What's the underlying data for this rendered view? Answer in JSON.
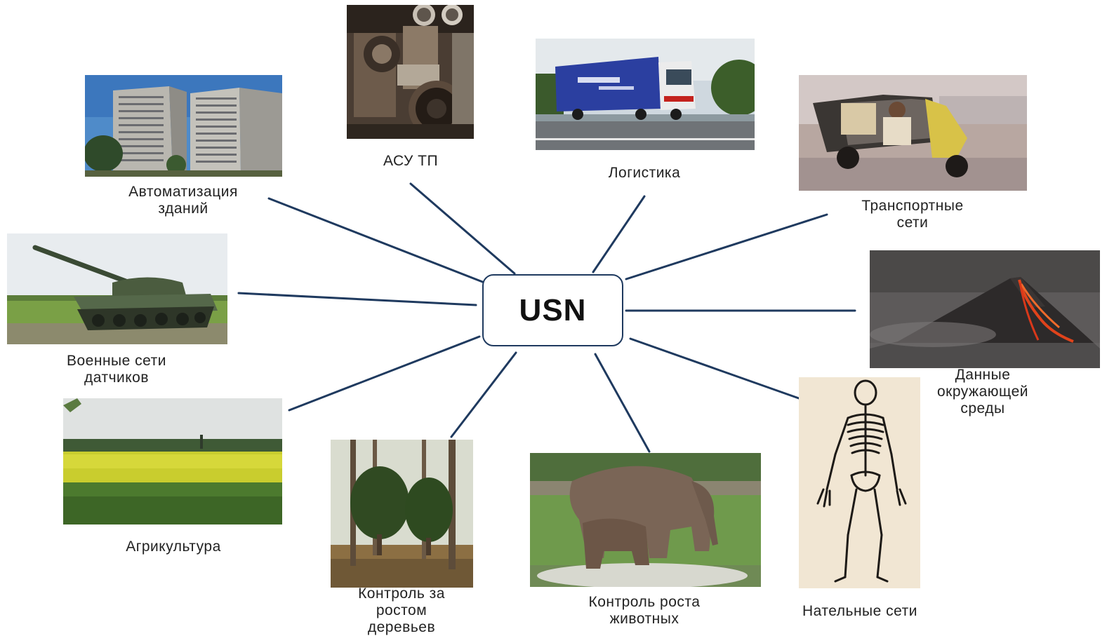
{
  "center": {
    "label": "USN"
  },
  "colors": {
    "connector": "#1f3a5f",
    "label_text": "#222222"
  },
  "nodes": [
    {
      "id": "building-automation",
      "image": "apartment-towers-photo",
      "lines": [
        "Автоматизация",
        "зданий"
      ]
    },
    {
      "id": "process-control",
      "image": "industrial-machinery-photo",
      "lines": [
        "АСУ ТП"
      ]
    },
    {
      "id": "logistics",
      "image": "truck-photo",
      "lines": [
        "Логистика"
      ]
    },
    {
      "id": "transport-networks",
      "image": "auto-rickshaw-photo",
      "lines": [
        "Транспортные",
        "сети"
      ]
    },
    {
      "id": "military-sensor-networks",
      "image": "tank-photo",
      "lines": [
        "Военные сети",
        "датчиков"
      ]
    },
    {
      "id": "environment-data",
      "image": "volcano-photo",
      "lines": [
        "Данные",
        "окружающей",
        "среды"
      ]
    },
    {
      "id": "agriculture",
      "image": "rapeseed-field-photo",
      "lines": [
        "Агрикультура"
      ]
    },
    {
      "id": "tree-growth-control",
      "image": "forest-photo",
      "lines": [
        "Контроль за",
        "ростом",
        "деревьев"
      ]
    },
    {
      "id": "animal-growth-control",
      "image": "elephants-photo",
      "lines": [
        "Контроль роста",
        "животных"
      ]
    },
    {
      "id": "body-networks",
      "image": "skeleton-drawing",
      "lines": [
        "Нательные сети"
      ]
    }
  ]
}
